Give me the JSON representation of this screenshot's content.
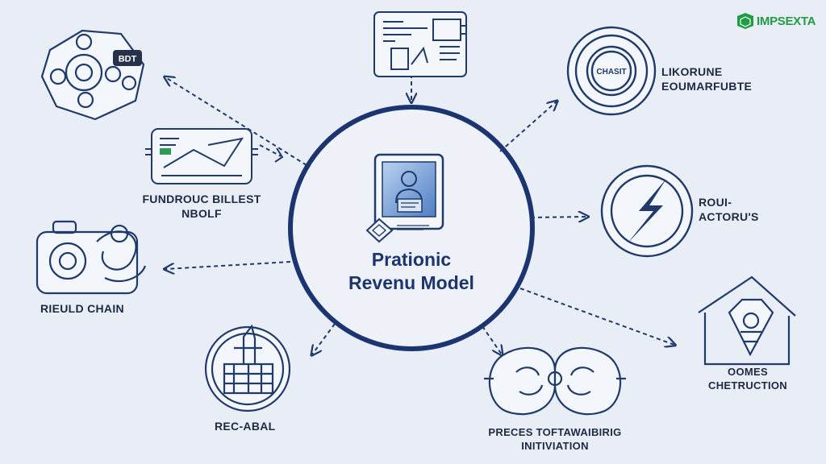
{
  "brand": {
    "name": "IMPSEXTA",
    "color": "#1f9d45"
  },
  "center": {
    "line1": "Prationic",
    "line2": "Revenu Model"
  },
  "nodes": {
    "top_left_badge": "BDT",
    "top_right_badge": "CHASIT",
    "top_right": {
      "line1": "LIKORUNE",
      "line2": "EOUMARFUBTE"
    },
    "left_upper": {
      "line1": "FUNDROUC BILLEST",
      "line2": "NBOLF"
    },
    "right_middle": {
      "line1": "ROUI-",
      "line2": "ACTORU'S"
    },
    "left_middle": {
      "line1": "RIEULD CHAIN"
    },
    "right_lower": {
      "line1": "OOMES",
      "line2": "CHETRUCTION"
    },
    "bottom_left": {
      "line1": "REC-ABAL"
    },
    "bottom_middle": {
      "line1": "PRECES TOFTAWAIBIRIG",
      "line2": "INITIVIATION"
    }
  },
  "colors": {
    "background": "#e9eef6",
    "ink": "#1f3a6b",
    "accent": "#1c3570"
  }
}
